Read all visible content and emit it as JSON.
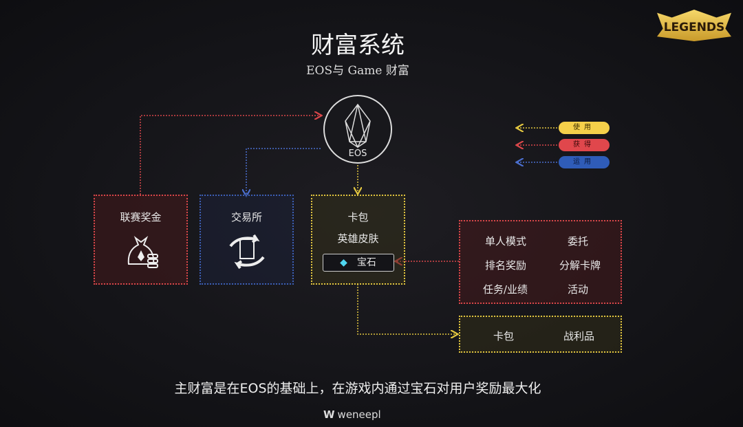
{
  "title": "财富系统",
  "subtitle": "EOS与 Game 财富",
  "logo_text": "LEGENDS",
  "eos_label": "EOS",
  "legend": [
    {
      "label": "使用",
      "color": "#f5d04a"
    },
    {
      "label": "获得",
      "color": "#e0474c"
    },
    {
      "label": "运用",
      "color": "#2f5cb8"
    }
  ],
  "boxes": {
    "league": {
      "label": "联赛奖金",
      "icon": "money-bag-icon"
    },
    "exchange": {
      "label": "交易所",
      "icon": "exchange-arrows-icon"
    },
    "pack": {
      "lines": [
        "卡包",
        "英雄皮肤"
      ],
      "gem_label": "宝石",
      "gem_icon": "diamond-icon"
    },
    "sources": [
      "单人模式",
      "委托",
      "排名奖励",
      "分解卡牌",
      "任务/业绩",
      "活动"
    ],
    "outputs": [
      "卡包",
      "战利品"
    ]
  },
  "footer_text": "主财富是在EOS的基础上，在游戏内通过宝石对用户奖励最大化",
  "brand": "weneepl"
}
